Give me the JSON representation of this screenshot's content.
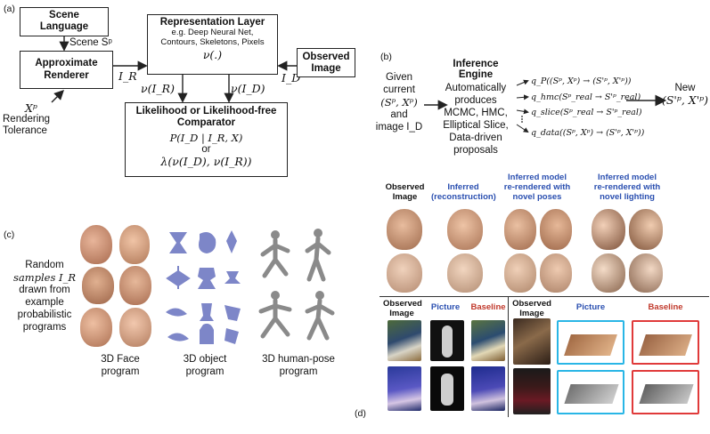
{
  "panel_a": {
    "label": "(a)",
    "scene_language": [
      "Scene",
      "Language"
    ],
    "scene_sym": "Scene Sᵖ",
    "approx_renderer": [
      "Approximate",
      "Renderer"
    ],
    "ir": "I_R",
    "xrho": "Xᵖ",
    "tolerance": [
      "Rendering",
      "Tolerance"
    ],
    "rep_title": "Representation Layer",
    "rep_sub": [
      "e.g. Deep Neural Net,",
      "Contours, Skeletons, Pixels"
    ],
    "nu": "ν(.)",
    "nu_ir": "ν(I_R)",
    "nu_id": "ν(I_D)",
    "id": "I_D",
    "observed": [
      "Observed",
      "Image"
    ],
    "lik_title": [
      "Likelihood or Likelihood-free",
      "Comparator"
    ],
    "lik_p": "P(I_D | I_R, X)",
    "lik_or": "or",
    "lik_lambda": "λ(ν(I_D), ν(I_R))"
  },
  "panel_b": {
    "label": "(b)",
    "given": [
      "Given",
      "current",
      "(Sᵖ, Xᵖ)",
      "and",
      "image I_D"
    ],
    "engine_title": "Inference Engine",
    "engine_lines": [
      "Automatically",
      "produces",
      "MCMC, HMC,",
      "Elliptical Slice,",
      "Data-driven",
      "proposals"
    ],
    "proposals": [
      "q_P((Sᵖ, Xᵖ) → (S'ᵖ, X'ᵖ))",
      "q_hmc(Sᵖ_real → S'ᵖ_real)",
      "q_slice(Sᵖ_real → S'ᵖ_real)",
      "q_data((Sᵖ, Xᵖ) → (S'ᵖ, X'ᵖ))"
    ],
    "new_label": "New",
    "new_val": "(S'ᵖ, X'ᵖ)"
  },
  "panel_c": {
    "label": "(c)",
    "left_text": [
      "Random",
      "samples I_R",
      "drawn from",
      "example",
      "probabilistic",
      "programs"
    ],
    "captions": [
      [
        "3D Face",
        "program"
      ],
      [
        "3D object",
        "program"
      ],
      [
        "3D human-pose",
        "program"
      ]
    ]
  },
  "panel_d": {
    "label": "(d)",
    "top_headers": [
      {
        "lines": [
          "Observed",
          "Image"
        ],
        "color": "#111111"
      },
      {
        "lines": [
          "Inferred",
          "(reconstruction)"
        ],
        "color": "#2a4fb0"
      },
      {
        "lines": [
          "Inferred model",
          "re-rendered with",
          "novel poses"
        ],
        "color": "#2a4fb0"
      },
      {
        "lines": [
          "Inferred model",
          "re-rendered with",
          "novel lighting"
        ],
        "color": "#2a4fb0"
      }
    ],
    "bottom_left_headers": [
      {
        "lines": [
          "Observed",
          "Image"
        ],
        "color": "#111111"
      },
      {
        "lines": [
          "Picture"
        ],
        "color": "#2a4fb0"
      },
      {
        "lines": [
          "Baseline"
        ],
        "color": "#c0392b"
      }
    ],
    "bottom_right_headers": [
      {
        "lines": [
          "Observed",
          "Image"
        ],
        "color": "#111111"
      },
      {
        "lines": [
          "Picture"
        ],
        "color": "#2a4fb0"
      },
      {
        "lines": [
          "Baseline"
        ],
        "color": "#c0392b"
      }
    ]
  }
}
